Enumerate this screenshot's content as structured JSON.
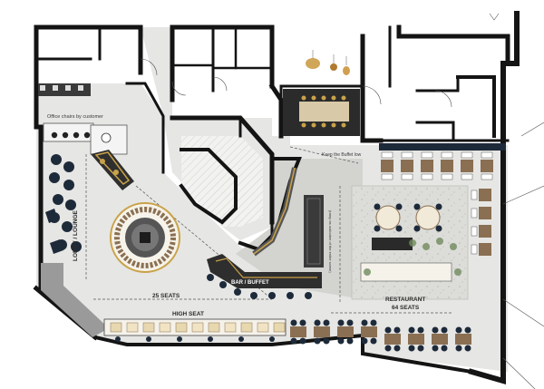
{
  "labels": {
    "office_chairs": "Office chairs by customer",
    "lobby_lounge": "LOBBY / LOUNGE",
    "bar_buffet": "BAR / BUFFET",
    "restaurant": "RESTAURANT",
    "restaurant_seats": "64 SEATS",
    "lounge_seats": "25 SEATS",
    "high_seat": "HIGH SEAT",
    "buffet_note": "Keep the Buffet low",
    "buffet_note_2": "(ramp as outlooker of the entire scene)"
  },
  "colors": {
    "wall": "#141414",
    "floor": "#e6e6e4",
    "floor_dark": "#d3d3d0",
    "accent_ochre": "#c9a24a",
    "navy": "#1d2a3a",
    "wood": "#8a6f52",
    "pendant": "#c8963c",
    "plant": "#6f8a5c"
  }
}
